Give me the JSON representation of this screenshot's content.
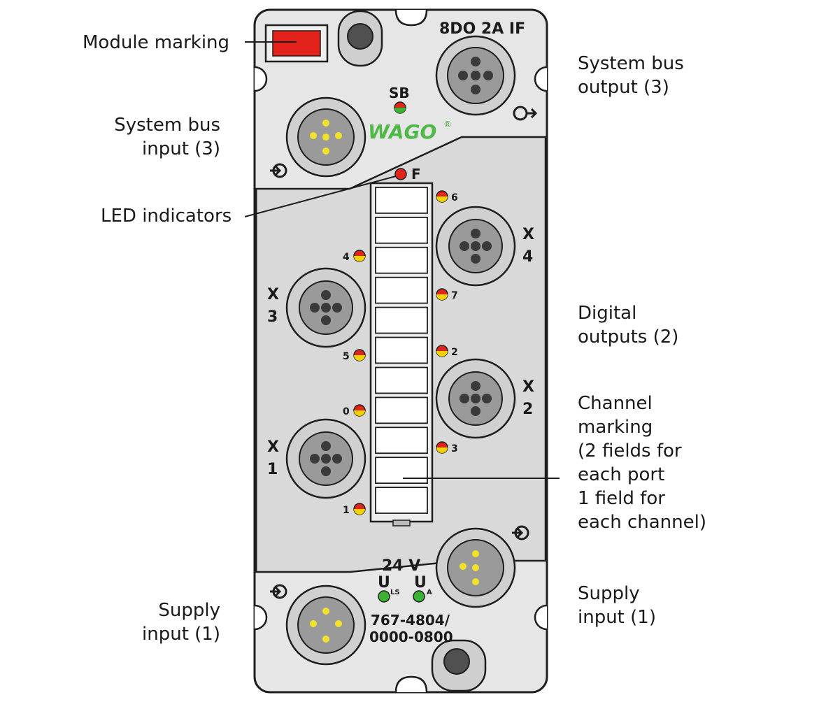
{
  "module": {
    "model_label": "8DO 2A IF",
    "sb_label": "SB",
    "brand": "WAGO",
    "brand_mark": "®",
    "f_label": "F",
    "port_x4": [
      "X",
      "4"
    ],
    "port_x3": [
      "X",
      "3"
    ],
    "port_x2": [
      "X",
      "2"
    ],
    "port_x1": [
      "X",
      "1"
    ],
    "led_numbers": {
      "led6": "6",
      "led4": "4",
      "led7": "7",
      "led5": "5",
      "led2": "2",
      "led0": "0",
      "led3": "3",
      "led1": "1"
    },
    "voltage": "24 V",
    "u_ls": "U",
    "u_ls_sub": "LS",
    "u_a": "U",
    "u_a_sub": "A",
    "part_number_line1": "767-4804/",
    "part_number_line2": "0000-0800",
    "channel_fields_count": 11
  },
  "callouts": {
    "module_marking": "Module marking",
    "system_bus_output": [
      "System bus",
      "output (3)"
    ],
    "system_bus_input": [
      "System bus",
      "input (3)"
    ],
    "led_indicators": "LED indicators",
    "digital_outputs": [
      "Digital",
      "outputs (2)"
    ],
    "channel_marking": [
      "Channel",
      "marking",
      "(2 fields for",
      "each port",
      "1 field for",
      "each channel)"
    ],
    "supply_input_left": [
      "Supply",
      "input (1)"
    ],
    "supply_input_right": [
      "Supply",
      "input (1)"
    ]
  },
  "colors": {
    "housing": "#e4e4e4",
    "outline": "#1e1e1e",
    "connector_ring": "#cfcfcf",
    "pin_dark": "#3a3a3a",
    "pin_gold": "#f2e32a",
    "led_red": "#e0261a",
    "led_yellow": "#f3d100",
    "led_green": "#3bb231",
    "brand_green": "#4fb848",
    "marking_red": "#e3231b"
  }
}
